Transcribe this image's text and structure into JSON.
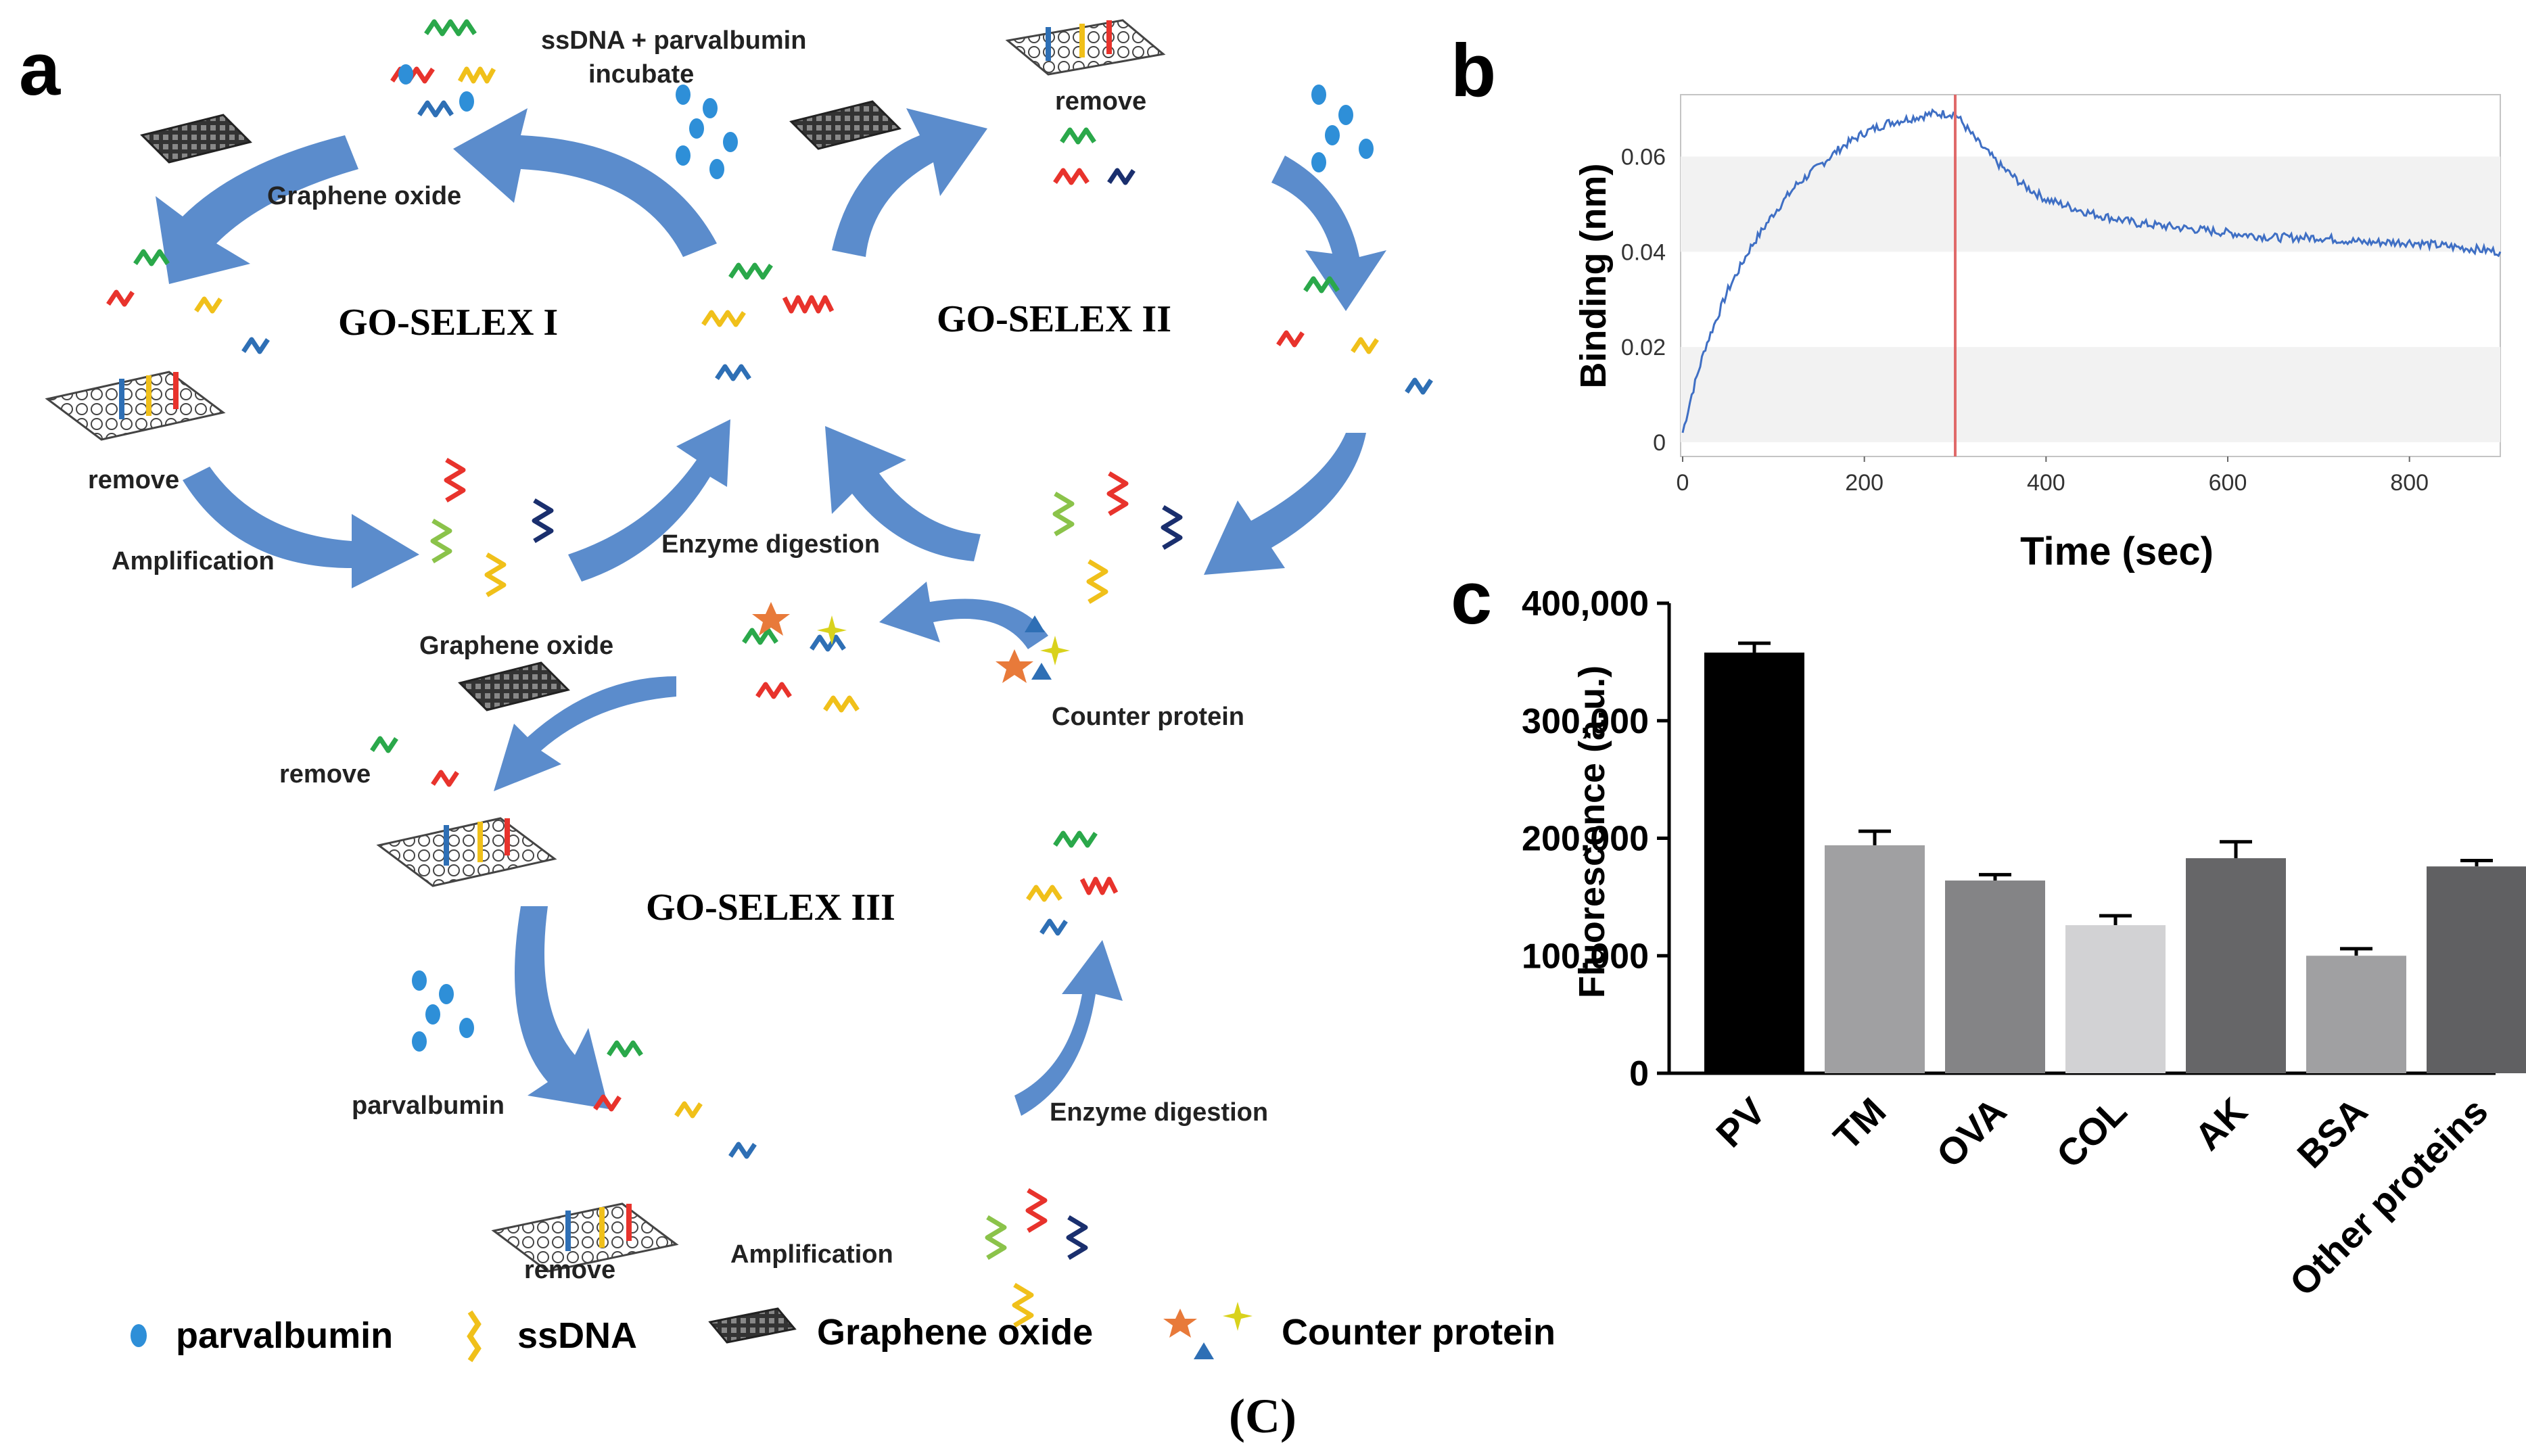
{
  "panel_a": {
    "label": "a",
    "cycles": [
      "GO-SELEX   I",
      "GO-SELEX   II",
      "GO-SELEX   III"
    ],
    "steps": {
      "incubate_line1": "ssDNA + parvalbumin",
      "incubate_line2": "incubate",
      "graphene_oxide_1": "Graphene oxide",
      "remove_top": "remove",
      "remove_left": "remove",
      "amplification_1": "Amplification",
      "enzyme_digestion_1": "Enzyme digestion",
      "graphene_oxide_2": "Graphene oxide",
      "counter_protein": "Counter protein",
      "remove_mid": "remove",
      "parvalbumin": "parvalbumin",
      "enzyme_digestion_2": "Enzyme digestion",
      "remove_bottom": "remove",
      "amplification_2": "Amplification"
    },
    "legend": [
      "parvalbumin",
      "ssDNA",
      "Graphene oxide",
      "Counter protein"
    ],
    "icons": [
      "parvalbumin-icon",
      "ssdna-icon",
      "graphene-oxide-icon",
      "counter-protein-icon",
      "cycle-arrow-icon"
    ]
  },
  "chart_data": [
    {
      "panel": "b",
      "type": "line",
      "xlabel": "Time (sec)",
      "ylabel": "Binding (nm)",
      "xlim": [
        0,
        900
      ],
      "ylim": [
        -0.003,
        0.073
      ],
      "xticks": [
        0,
        200,
        400,
        600,
        800
      ],
      "yticks": [
        0,
        0.02,
        0.04,
        0.06
      ],
      "ytick_labels": [
        "0",
        "0.02",
        "0.04",
        "0.06"
      ],
      "marker_x": 300,
      "series": [
        {
          "color": "#3f6fc4",
          "x": [
            0,
            10,
            25,
            50,
            75,
            100,
            125,
            150,
            175,
            200,
            225,
            250,
            275,
            300,
            325,
            350,
            375,
            400,
            450,
            500,
            550,
            600,
            650,
            700,
            750,
            800,
            850,
            900
          ],
          "y": [
            0.002,
            0.01,
            0.02,
            0.032,
            0.041,
            0.048,
            0.054,
            0.058,
            0.062,
            0.065,
            0.067,
            0.068,
            0.069,
            0.069,
            0.063,
            0.058,
            0.054,
            0.051,
            0.048,
            0.046,
            0.045,
            0.044,
            0.043,
            0.043,
            0.042,
            0.042,
            0.041,
            0.04
          ]
        }
      ]
    },
    {
      "panel": "c",
      "type": "bar",
      "categories": [
        "PV",
        "TM",
        "OVA",
        "COL",
        "AK",
        "BSA",
        "Other proteins"
      ],
      "values": [
        358000,
        194000,
        164000,
        126000,
        183000,
        100000,
        176000
      ],
      "errors": [
        8000,
        12000,
        5000,
        8000,
        14000,
        6000,
        5000
      ],
      "colors": [
        "#000000",
        "#a0a0a2",
        "#848486",
        "#d2d2d4",
        "#666668",
        "#a0a0a2",
        "#606062"
      ],
      "ylabel": "Fluorescence (a.u.)",
      "ylim": [
        0,
        400000
      ],
      "yticks": [
        0,
        100000,
        200000,
        300000,
        400000
      ],
      "ytick_labels": [
        "0",
        "100,000",
        "200,000",
        "300,000",
        "400,000"
      ]
    }
  ],
  "panel_b": {
    "label": "b"
  },
  "panel_c": {
    "label": "c"
  },
  "caption": "(C)"
}
